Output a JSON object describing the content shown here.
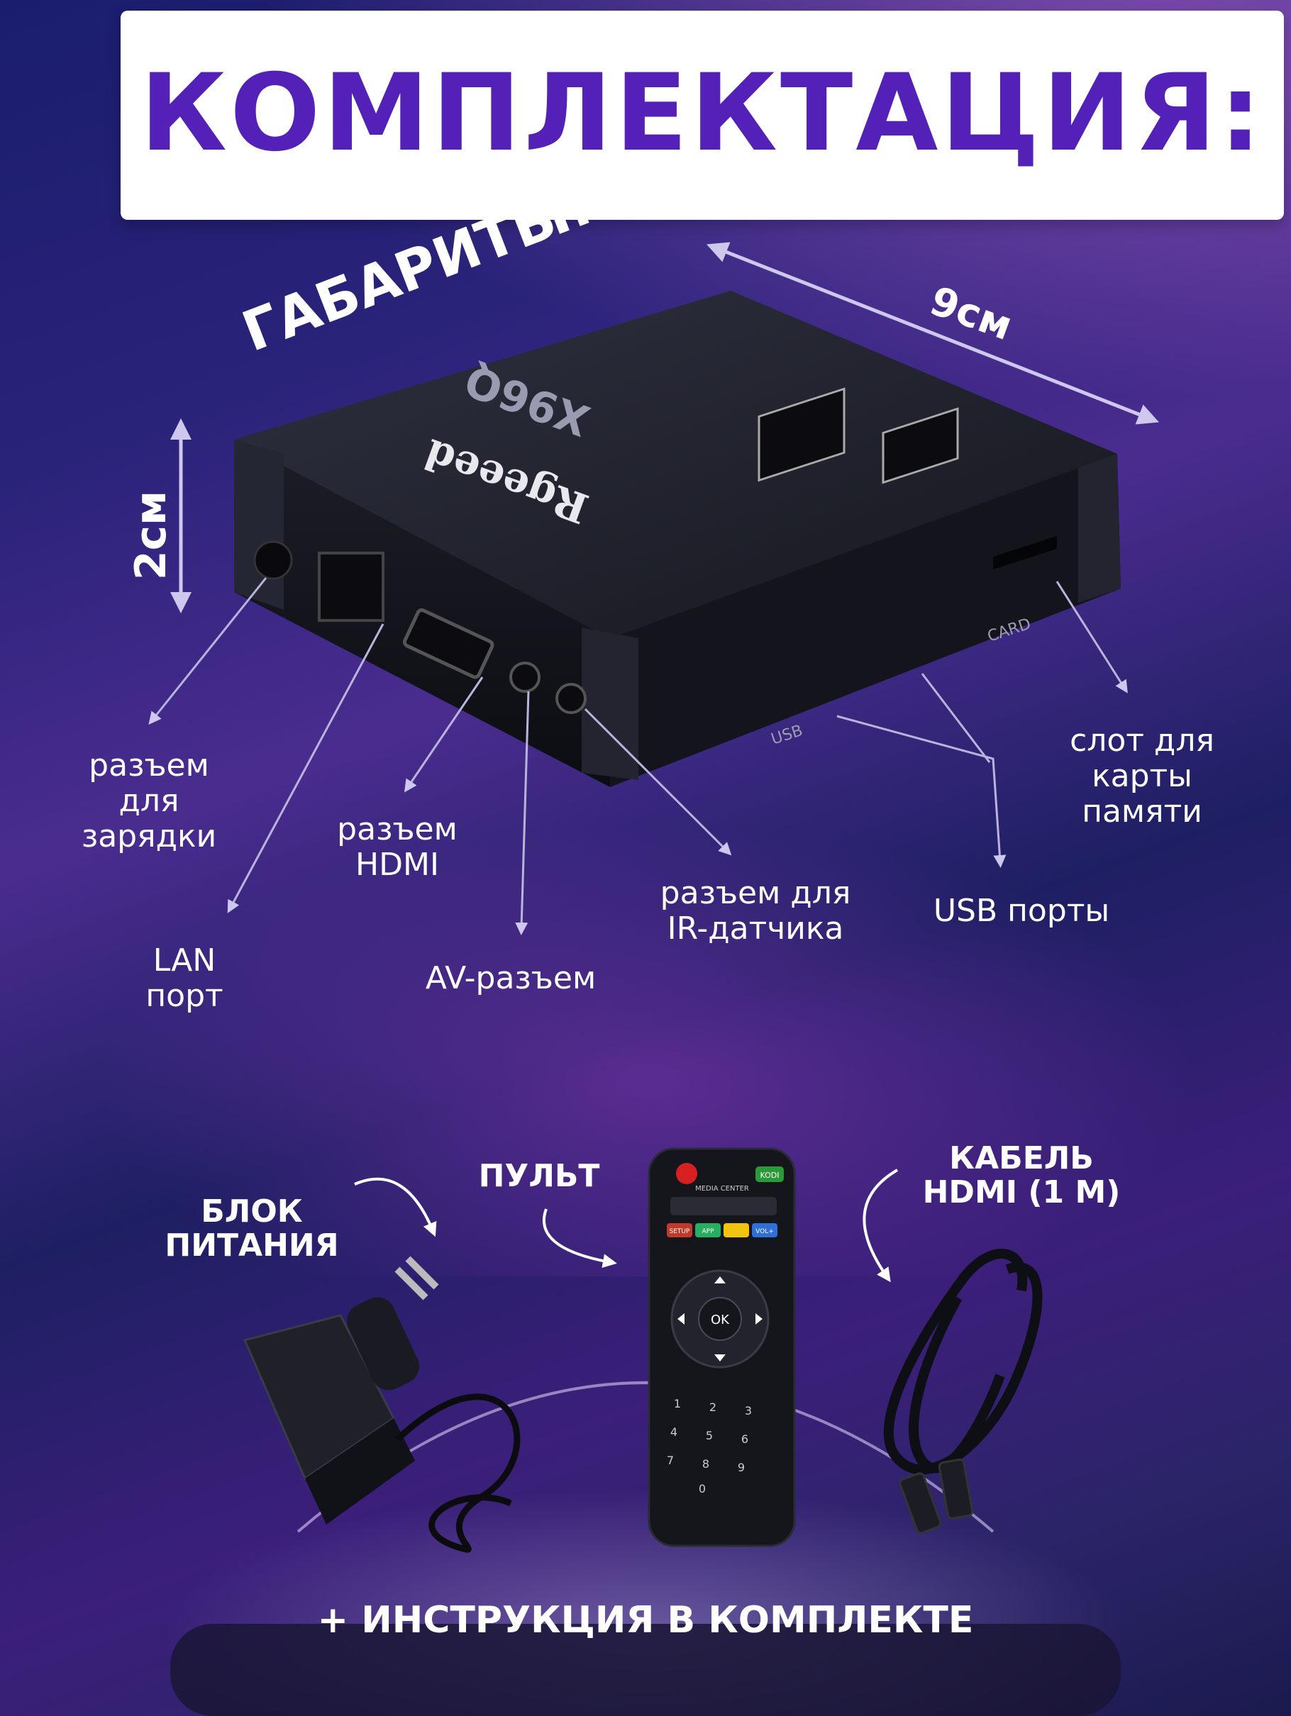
{
  "title": "КОМПЛЕКТАЦИЯ:",
  "dimensions": {
    "heading": "ГАБАРИТЫ:",
    "width": "9см",
    "height": "2см"
  },
  "device": {
    "logo_text": "X96Q",
    "brand_text": "Rgeeed",
    "port_labels": {
      "usb": "USB",
      "card": "CARD"
    }
  },
  "port_labels": {
    "charging": "разъем для зарядки",
    "hdmi": "разъем HDMI",
    "lan": "LAN порт",
    "av": "AV-разъем",
    "ir": "разъем для IR-датчика",
    "usb": "USB порты",
    "card_slot": "слот для карты памяти"
  },
  "kit": {
    "power_block": "БЛОК ПИТАНИЯ",
    "remote": "ПУЛЬТ",
    "cable": "КАБЕЛЬ HDMI (1 М)"
  },
  "remote": {
    "header": "MEDIA CENTER",
    "kodi": "KODI",
    "color_buttons": [
      "SETUP",
      "APP",
      "",
      "VOL+"
    ],
    "ok": "OK",
    "digits": [
      "1",
      "2",
      "3",
      "4",
      "5",
      "6",
      "7",
      "8",
      "9",
      "0"
    ]
  },
  "footer": "+ ИНСТРУКЦИЯ В КОМПЛЕКТЕ",
  "colors": {
    "title": "#5421b8",
    "background_dark": "#1e1f63",
    "background_accent": "#4a2c8f"
  }
}
